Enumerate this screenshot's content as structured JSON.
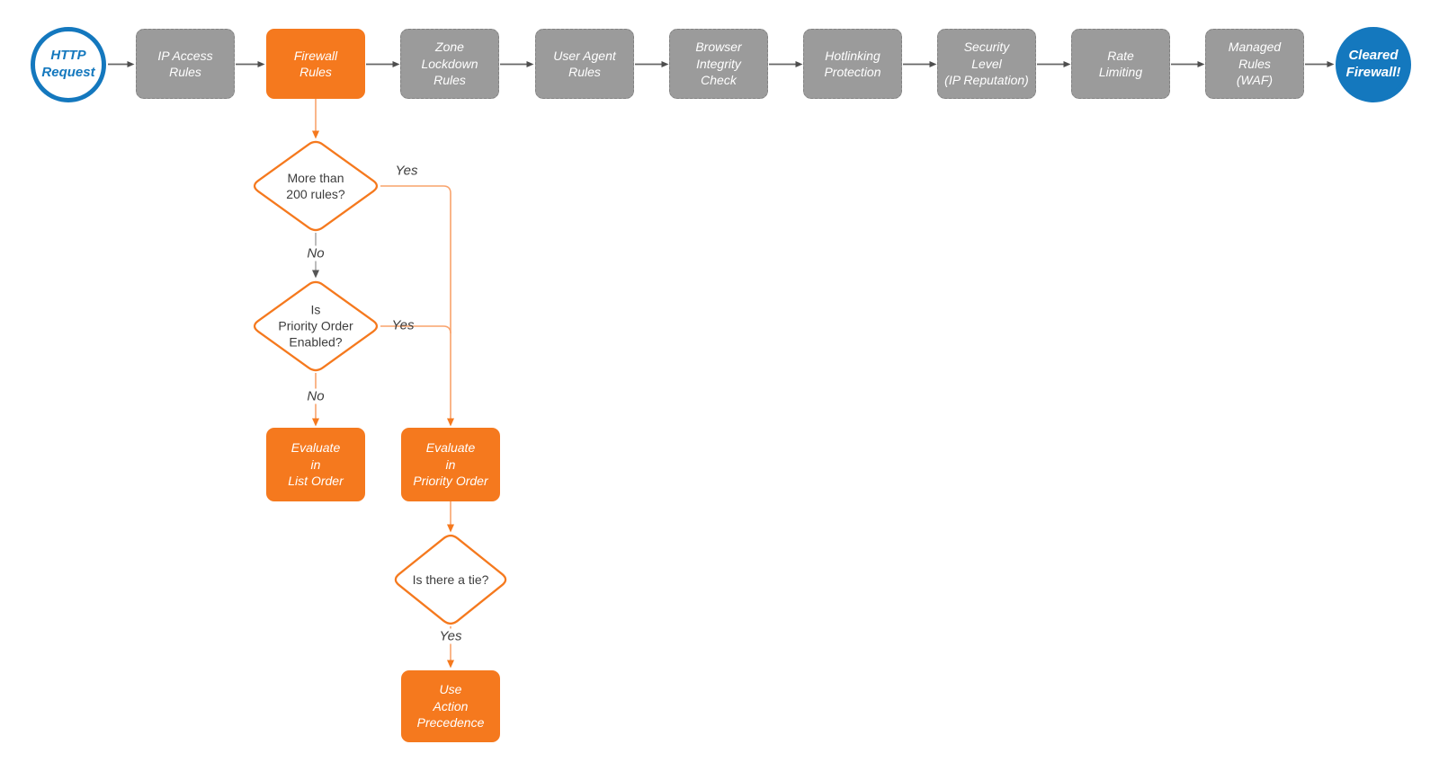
{
  "colors": {
    "orange": "#f5791e",
    "orange_line": "#f9a36c",
    "gray_box": "#9b9b9b",
    "blue": "#1478be",
    "dark_arrow": "#4e4e4e",
    "gray_line": "#ababab",
    "text_dark": "#3d3d3d",
    "text_on_fill": "#ffffff"
  },
  "flow": {
    "start": {
      "label": "HTTP\nRequest"
    },
    "stages": [
      {
        "label": "IP Access\nRules",
        "type": "gray"
      },
      {
        "label": "Firewall\nRules",
        "type": "orange"
      },
      {
        "label": "Zone\nLockdown\nRules",
        "type": "gray"
      },
      {
        "label": "User Agent\nRules",
        "type": "gray"
      },
      {
        "label": "Browser\nIntegrity\nCheck",
        "type": "gray"
      },
      {
        "label": "Hotlinking\nProtection",
        "type": "gray"
      },
      {
        "label": "Security\nLevel\n(IP Reputation)",
        "type": "gray"
      },
      {
        "label": "Rate\nLimiting",
        "type": "gray"
      },
      {
        "label": "Managed\nRules\n(WAF)",
        "type": "gray"
      }
    ],
    "end": {
      "label": "Cleared\nFirewall!"
    },
    "decisions": [
      {
        "label": "More than\n200 rules?",
        "yes": "Yes",
        "no": "No"
      },
      {
        "label": "Is\nPriority Order\nEnabled?",
        "yes": "Yes",
        "no": "No"
      },
      {
        "label": "Is there a tie?",
        "yes": "Yes"
      }
    ],
    "actions": [
      {
        "label": "Evaluate\nin\nList Order"
      },
      {
        "label": "Evaluate\nin\nPriority Order"
      },
      {
        "label": "Use\nAction\nPrecedence"
      }
    ]
  }
}
